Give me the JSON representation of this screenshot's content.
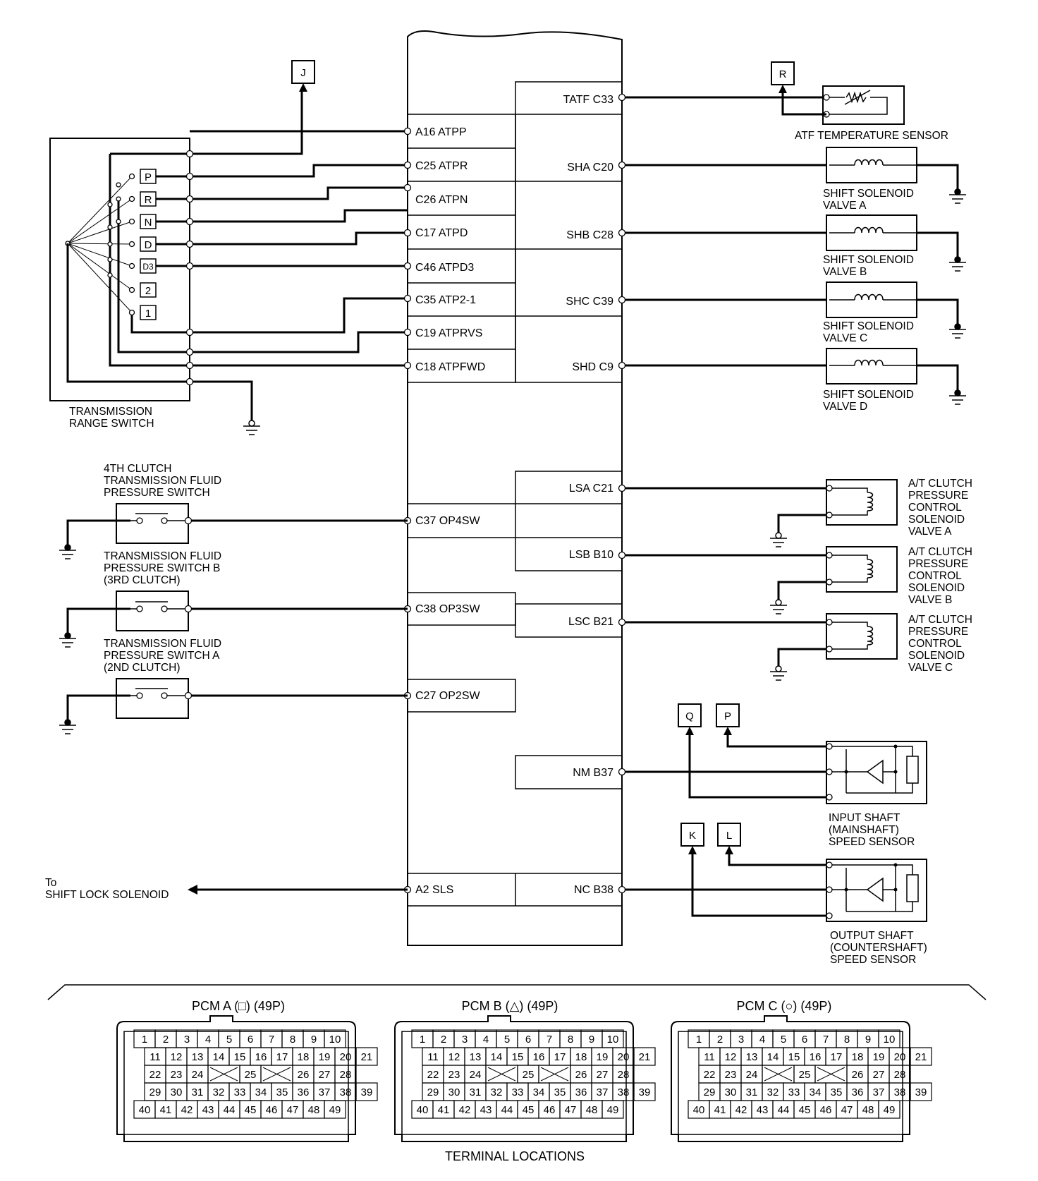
{
  "pcm_left": [
    {
      "label": "A16 ATPP"
    },
    {
      "label": "C25 ATPR"
    },
    {
      "label": "C26 ATPN"
    },
    {
      "label": "C17 ATPD"
    },
    {
      "label": "C46 ATPD3"
    },
    {
      "label": "C35 ATP2-1"
    },
    {
      "label": "C19 ATPRVS"
    },
    {
      "label": "C18 ATPFWD"
    },
    {
      "label": "C37 OP4SW"
    },
    {
      "label": "C38 OP3SW"
    },
    {
      "label": "C27 OP2SW"
    },
    {
      "label": "A2 SLS"
    }
  ],
  "pcm_right": [
    {
      "label": "TATF C33"
    },
    {
      "label": "SHA C20"
    },
    {
      "label": "SHB C28"
    },
    {
      "label": "SHC C39"
    },
    {
      "label": "SHD C9"
    },
    {
      "label": "LSA C21"
    },
    {
      "label": "LSB B10"
    },
    {
      "label": "LSC B21"
    },
    {
      "label": "NM B37"
    },
    {
      "label": "NC B38"
    }
  ],
  "range_positions": [
    "P",
    "R",
    "N",
    "D",
    "D3",
    "2",
    "1"
  ],
  "connectors_refs": [
    "J",
    "R",
    "Q",
    "P",
    "K",
    "L"
  ],
  "components": {
    "range_switch": [
      "TRANSMISSION",
      "RANGE SWITCH"
    ],
    "atf_sensor": [
      "ATF TEMPERATURE SENSOR"
    ],
    "sol_a": [
      "SHIFT SOLENOID",
      "VALVE A"
    ],
    "sol_b": [
      "SHIFT SOLENOID",
      "VALVE B"
    ],
    "sol_c": [
      "SHIFT SOLENOID",
      "VALVE C"
    ],
    "sol_d": [
      "SHIFT SOLENOID",
      "VALVE D"
    ],
    "ps4": [
      "4TH CLUTCH",
      "TRANSMISSION FLUID",
      "PRESSURE SWITCH"
    ],
    "psb": [
      "TRANSMISSION FLUID",
      "PRESSURE SWITCH B",
      "(3RD CLUTCH)"
    ],
    "psa": [
      "TRANSMISSION FLUID",
      "PRESSURE SWITCH A",
      "(2ND CLUTCH)"
    ],
    "lsa": [
      "A/T CLUTCH",
      "PRESSURE",
      "CONTROL",
      "SOLENOID",
      "VALVE A"
    ],
    "lsb": [
      "A/T CLUTCH",
      "PRESSURE",
      "CONTROL",
      "SOLENOID",
      "VALVE B"
    ],
    "lsc": [
      "A/T CLUTCH",
      "PRESSURE",
      "CONTROL",
      "SOLENOID",
      "VALVE C"
    ],
    "input_sensor": [
      "INPUT SHAFT",
      "(MAINSHAFT)",
      "SPEED SENSOR"
    ],
    "output_sensor": [
      "OUTPUT SHAFT",
      "(COUNTERSHAFT)",
      "SPEED SENSOR"
    ],
    "shift_lock": [
      "To",
      "SHIFT LOCK SOLENOID"
    ]
  },
  "pcm_connectors": [
    {
      "title": "PCM A (□) (49P)"
    },
    {
      "title": "PCM B (△) (49P)"
    },
    {
      "title": "PCM C (○) (49P)"
    }
  ],
  "terminal_rows": [
    [
      "1",
      "2",
      "3",
      "4",
      "5",
      "6",
      "7",
      "8",
      "9",
      "10"
    ],
    [
      "11",
      "12",
      "13",
      "14",
      "15",
      "16",
      "17",
      "18",
      "19",
      "20",
      "21"
    ],
    [
      "22",
      "23",
      "24",
      "25",
      "26",
      "27",
      "28"
    ],
    [
      "29",
      "30",
      "31",
      "32",
      "33",
      "34",
      "35",
      "36",
      "37",
      "38",
      "39"
    ],
    [
      "40",
      "41",
      "42",
      "43",
      "44",
      "45",
      "46",
      "47",
      "48",
      "49"
    ]
  ],
  "footer": "TERMINAL LOCATIONS"
}
